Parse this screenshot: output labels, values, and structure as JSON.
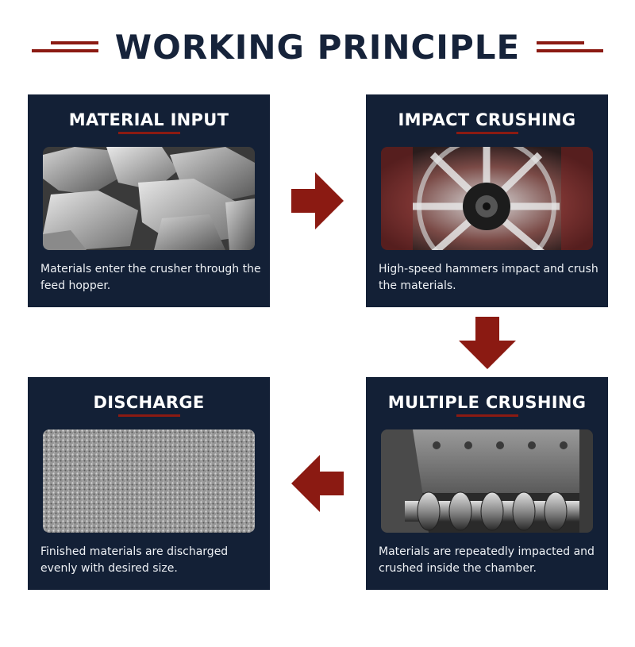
{
  "header": {
    "title": "WORKING PRINCIPLE"
  },
  "steps": [
    {
      "title": "MATERIAL INPUT",
      "image": "rock-pile-image",
      "description": "Materials enter the crusher through the feed hopper."
    },
    {
      "title": "IMPACT CRUSHING",
      "image": "hammer-rotor-image",
      "description": "High-speed hammers impact and crush the materials."
    },
    {
      "title": "MULTIPLE CRUSHING",
      "image": "crushing-chamber-image",
      "description": "Materials are repeatedly impacted and crushed inside the chamber."
    },
    {
      "title": "DISCHARGE",
      "image": "fine-aggregate-image",
      "description": "Finished materials are discharged evenly with desired size."
    }
  ],
  "colors": {
    "accent": "#8b1a12",
    "card_bg": "#132036",
    "title_text": "#16233a"
  },
  "icons": [
    "arrow-right-icon",
    "arrow-down-icon",
    "arrow-left-icon"
  ]
}
